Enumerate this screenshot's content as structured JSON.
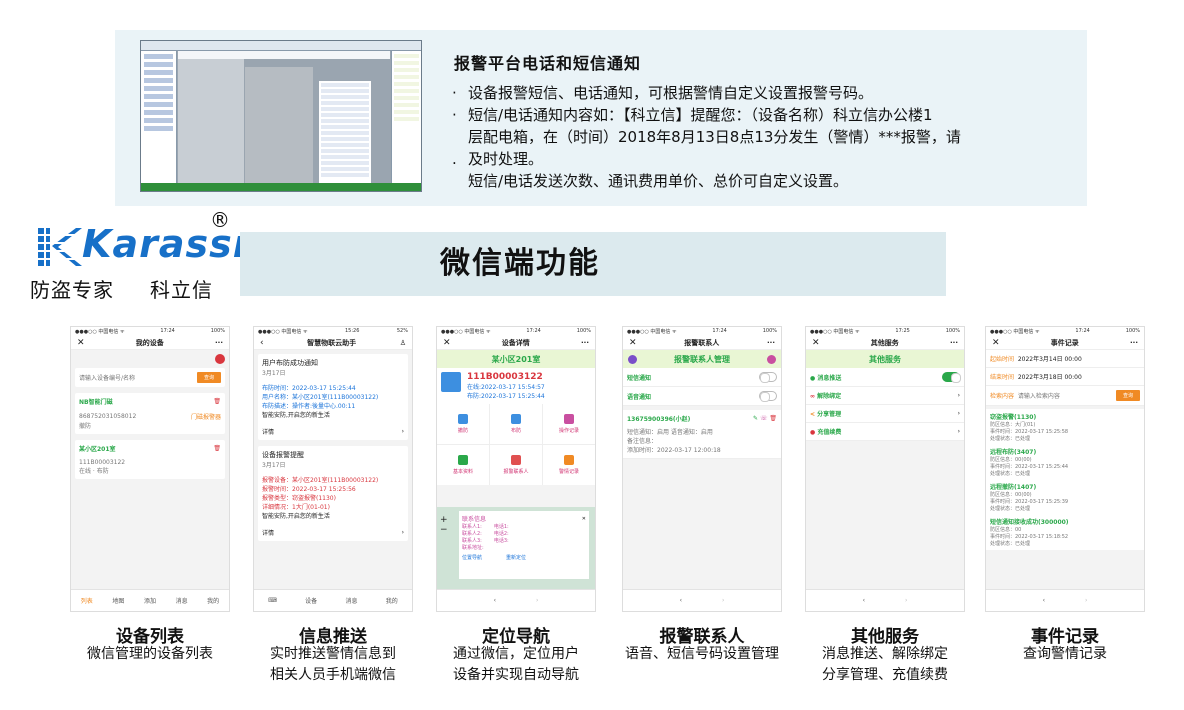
{
  "top": {
    "title": "报警平台电话和短信通知",
    "bullets": [
      "设备报警短信、电话通知，可根据警情自定义设置报警号码。",
      "短信/电话通知内容如：【科立信】提醒您：（设备名称）科立信办公楼1",
      "层配电箱，在（时间）2018年8月13日8点13分发生（警情）***报警，请",
      "及时处理。",
      "短信/电话发送次数、通讯费用单价、总价可自定义设置。"
    ]
  },
  "logo": {
    "word": "Karassn",
    "reg": "®",
    "tag1": "防盗专家",
    "tag2": "科立信"
  },
  "section": {
    "title": "微信端功能"
  },
  "phones": {
    "p1": {
      "time": "17:24",
      "carrier": "●●●○○ 中国电信 ᯤ",
      "battery": "100%",
      "nav_title": "我的设备",
      "search_placeholder": "请输入设备编号/名称",
      "search_btn": "查询",
      "group1": "NB智能门磁",
      "group1_id": "868752031058012",
      "group1_type": "门磁报警器",
      "group1_status": "撤防",
      "group2": "某小区201室",
      "group2_id": "111B00003122",
      "group2_status": "在线 · 布防",
      "tabs": [
        "列表",
        "地图",
        "添加",
        "消息",
        "我的"
      ]
    },
    "p2": {
      "time": "15:26",
      "battery": "52%",
      "nav_title": "智慧物联云助手",
      "card1_title": "用户布防成功通知",
      "card1_date": "3月17日",
      "card1_lines": [
        "布防时间：2022-03-17 15:25:44",
        "用户名称：某小区201室(111B00003122)",
        "布防描述：操作者:後量中心.00:11",
        "智能安防,开启您的新生活"
      ],
      "card1_detail": "详情",
      "card2_title": "设备报警提醒",
      "card2_date": "3月17日",
      "card2_lines": [
        "报警设备：某小区201室(111B00003122)",
        "报警时间：2022-03-17 15:25:56",
        "报警类型：窃盗报警(1130)",
        "详细情况：1大门(01-01)",
        "智能安防,开启您的新生活"
      ],
      "card2_detail": "详情",
      "tabs": [
        "设备",
        "消息",
        "我的"
      ]
    },
    "p3": {
      "time": "17:24",
      "battery": "100%",
      "nav_title": "设备详情",
      "room": "某小区201室",
      "device_id": "111B00003122",
      "online": "在线:2022-03-17 15:54:57",
      "armed": "布防:2022-03-17 15:25:44",
      "grid": [
        "撤防",
        "布防",
        "操作记录",
        "基本资料",
        "报警联系人",
        "警情记录"
      ],
      "contact_title": "联系信息",
      "contacts": [
        "联系人1:",
        "电话1:",
        "联系人2:",
        "电话2:",
        "联系人3:",
        "电话3:",
        "联系地址:"
      ],
      "nav_btn": "位置导航",
      "relocate_btn": "重新定位"
    },
    "p4": {
      "time": "17:24",
      "battery": "100%",
      "nav_title": "报警联系人",
      "header": "报警联系人管理",
      "sms": "短信通知",
      "voice": "语音通知",
      "phone_num": "13675900396(小赵)",
      "detail1": "短信通知：启用    语音通知：启用",
      "detail2": "备注信息：",
      "detail3": "添加时间：2022-03-17 12:00:18"
    },
    "p5": {
      "time": "17:25",
      "battery": "100%",
      "nav_title": "其他服务",
      "header": "其他服务",
      "items": [
        "消息推送",
        "解除绑定",
        "分享管理",
        "充值续费"
      ]
    },
    "p6": {
      "time": "17:24",
      "battery": "100%",
      "nav_title": "事件记录",
      "start_label": "起始时间",
      "start_val": "2022年3月14日 00:00",
      "end_label": "结束时间",
      "end_val": "2022年3月18日 00:00",
      "search_label": "检索内容",
      "search_placeholder": "请输入检索内容",
      "search_btn": "查询",
      "events": [
        {
          "title": "窃盗报警(1130)",
          "l1": "防区信息：大门(01)",
          "l2": "事件时间：2022-03-17 15:25:58",
          "l3": "处理状态：已处理"
        },
        {
          "title": "远程布防(3407)",
          "l1": "防区信息：00(00)",
          "l2": "事件时间：2022-03-17 15:25:44",
          "l3": "处理状态：已处理"
        },
        {
          "title": "远程撤防(1407)",
          "l1": "防区信息：00(00)",
          "l2": "事件时间：2022-03-17 15:25:39",
          "l3": "处理状态：已处理"
        },
        {
          "title": "短信通知接收成功(300000)",
          "l1": "防区信息：00",
          "l2": "事件时间：2022-03-17 15:18:52",
          "l3": "处理状态：已处理"
        }
      ]
    }
  },
  "captions": [
    {
      "title": "设备列表",
      "desc": [
        "微信管理的设备列表"
      ]
    },
    {
      "title": "信息推送",
      "desc": [
        "实时推送警情信息到",
        "相关人员手机端微信"
      ]
    },
    {
      "title": "定位导航",
      "desc": [
        "通过微信，定位用户",
        "设备并实现自动导航"
      ]
    },
    {
      "title": "报警联系人",
      "desc": [
        "语音、短信号码设置管理"
      ]
    },
    {
      "title": "其他服务",
      "desc": [
        "消息推送、解除绑定",
        "分享管理、充值续费"
      ]
    },
    {
      "title": "事件记录",
      "desc": [
        "查询警情记录"
      ]
    }
  ],
  "colors": {
    "brand": "#1770c8",
    "green": "#2aa84a",
    "orange": "#f08a24",
    "band": "#dceaee"
  }
}
